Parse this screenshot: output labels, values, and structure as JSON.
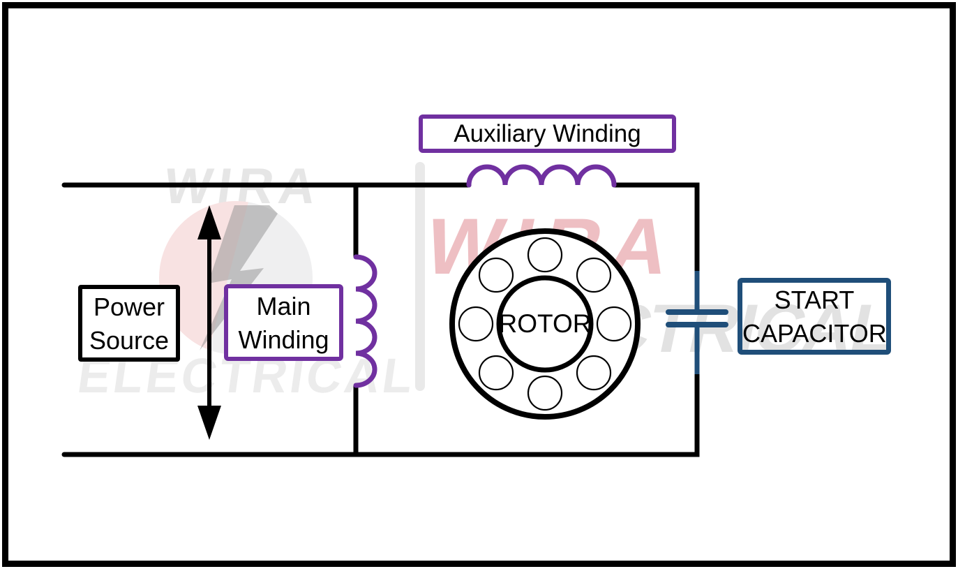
{
  "labels": {
    "power_source": [
      "Power",
      "Source"
    ],
    "main_winding": [
      "Main",
      "Winding"
    ],
    "auxiliary_winding": "Auxiliary Winding",
    "rotor": "ROTOR",
    "start_capacitor": [
      "START",
      "CAPACITOR"
    ]
  },
  "watermarks": {
    "brand_top_left": "WIRA",
    "brand_bottom_left": "ELECTRICAL",
    "brand_center_red": "WIRA",
    "brand_right_gray": "ELECTRICAL"
  },
  "colors": {
    "wire_black": "#000000",
    "winding_purple": "#7030A0",
    "capacitor_navy": "#1F4E79",
    "watermark_red": "#C62C38",
    "watermark_gray": "#E9E9E9"
  }
}
